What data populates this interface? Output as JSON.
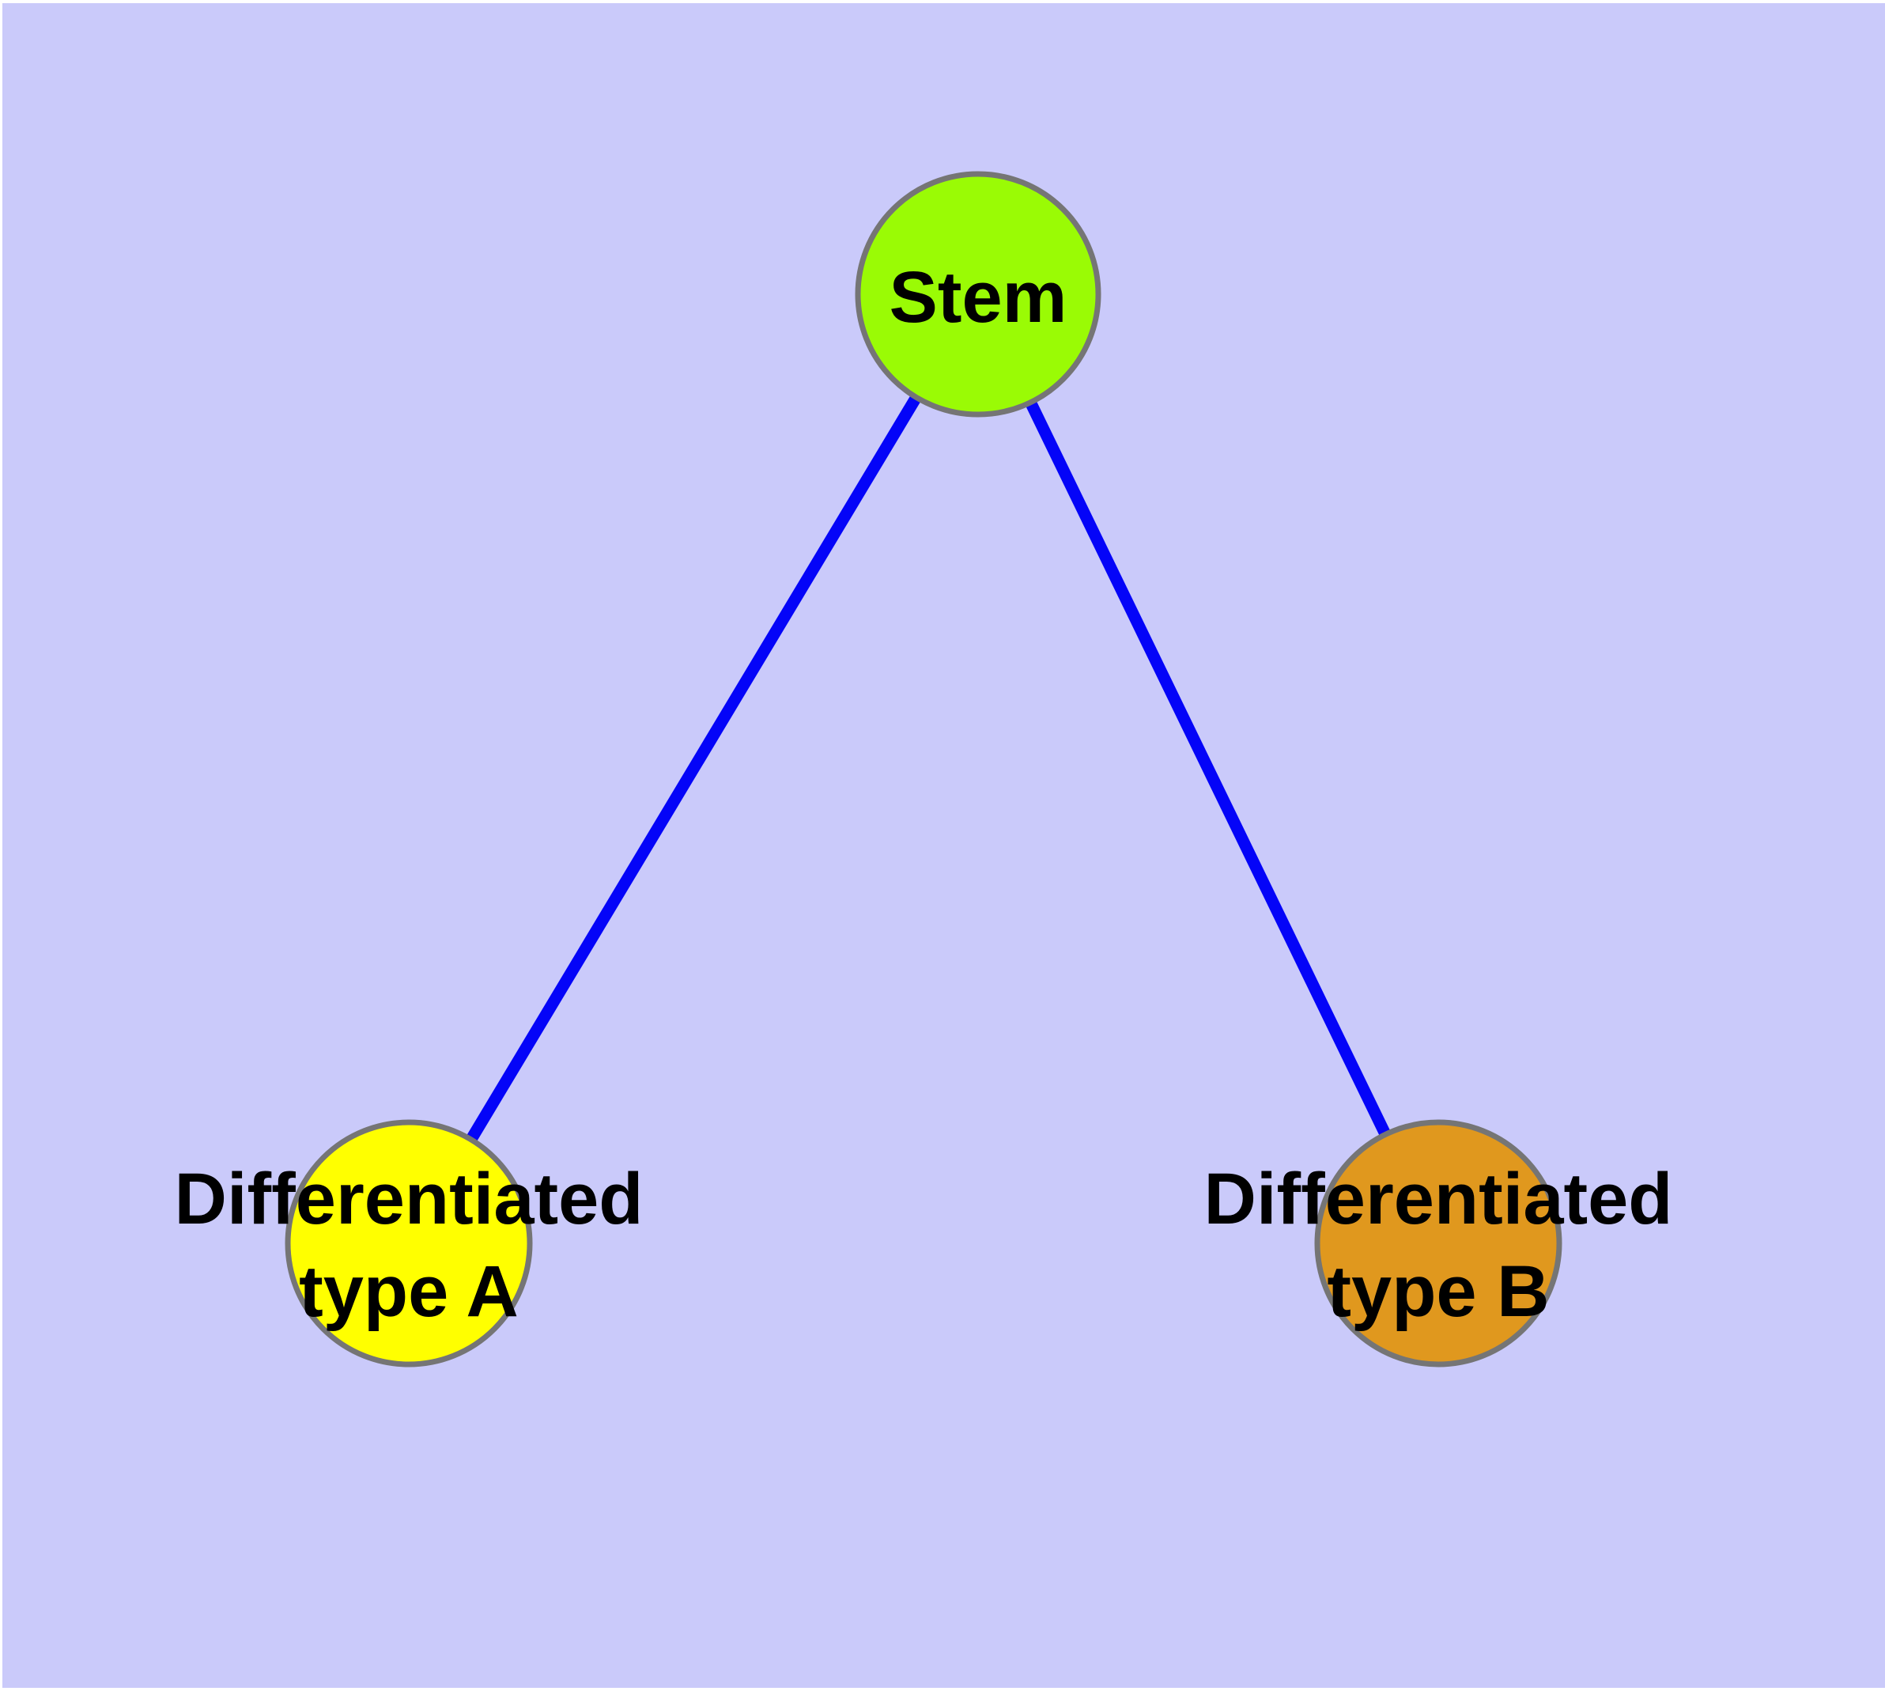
{
  "diagram": {
    "type": "graph",
    "description": "Cell differentiation tree: one stem node connected to two differentiated cell type nodes",
    "background_color": "#CACAFA",
    "edge_color": "#0404F8",
    "node_border_color": "#757575",
    "text_color": "#000000",
    "nodes": [
      {
        "id": "stem",
        "label": "Stem",
        "fill": "#9AFB05"
      },
      {
        "id": "differentiated-type-a",
        "label": "Differentiated type A",
        "line1": "Differentiated",
        "line2": "type A",
        "fill": "#FFFF00"
      },
      {
        "id": "differentiated-type-b",
        "label": "Differentiated type B",
        "line1": "Differentiated",
        "line2": "type B",
        "fill": "#E0981E"
      }
    ],
    "edges": [
      {
        "from": "Stem",
        "to": "Differentiated type A"
      },
      {
        "from": "Stem",
        "to": "Differentiated type B"
      }
    ]
  }
}
